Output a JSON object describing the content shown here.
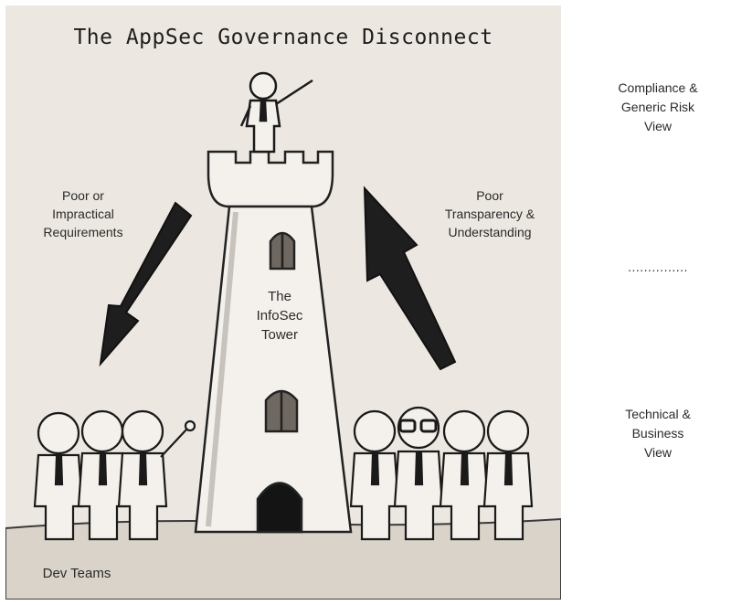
{
  "illustration": {
    "title": "The AppSec Governance Disconnect",
    "left_arrow_label": "Poor or\nImpractical\nRequirements",
    "right_arrow_label": "Poor\nTransparency &\nUnderstanding",
    "tower_label": "The\nInfoSec\nTower",
    "teams_label": "Dev Teams"
  },
  "sidebar": {
    "top_view": "Compliance &\nGeneric Risk\nView",
    "separator": "...............",
    "bottom_view": "Technical &\nBusiness\nView"
  }
}
